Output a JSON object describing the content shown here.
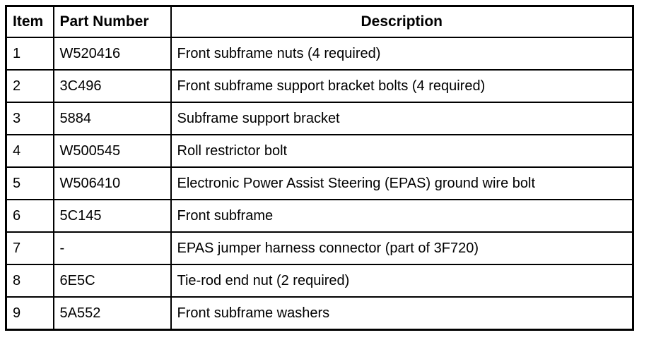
{
  "table": {
    "columns": [
      {
        "key": "item",
        "label": "Item",
        "align": "left"
      },
      {
        "key": "part_number",
        "label": "Part Number",
        "align": "left"
      },
      {
        "key": "description",
        "label": "Description",
        "align": "center"
      }
    ],
    "rows": [
      {
        "item": "1",
        "part_number": "W520416",
        "description": "Front subframe nuts (4 required)"
      },
      {
        "item": "2",
        "part_number": "3C496",
        "description": "Front subframe support bracket bolts (4 required)"
      },
      {
        "item": "3",
        "part_number": "5884",
        "description": "Subframe support bracket"
      },
      {
        "item": "4",
        "part_number": "W500545",
        "description": "Roll restrictor bolt"
      },
      {
        "item": "5",
        "part_number": "W506410",
        "description": "Electronic Power Assist Steering (EPAS) ground wire bolt"
      },
      {
        "item": "6",
        "part_number": "5C145",
        "description": "Front subframe"
      },
      {
        "item": "7",
        "part_number": "-",
        "description": "EPAS jumper harness connector (part of 3F720)"
      },
      {
        "item": "8",
        "part_number": "6E5C",
        "description": "Tie-rod end nut (2 required)"
      },
      {
        "item": "9",
        "part_number": "5A552",
        "description": "Front subframe washers"
      }
    ]
  },
  "colors": {
    "border": "#000000",
    "background": "#ffffff",
    "text": "#000000"
  }
}
